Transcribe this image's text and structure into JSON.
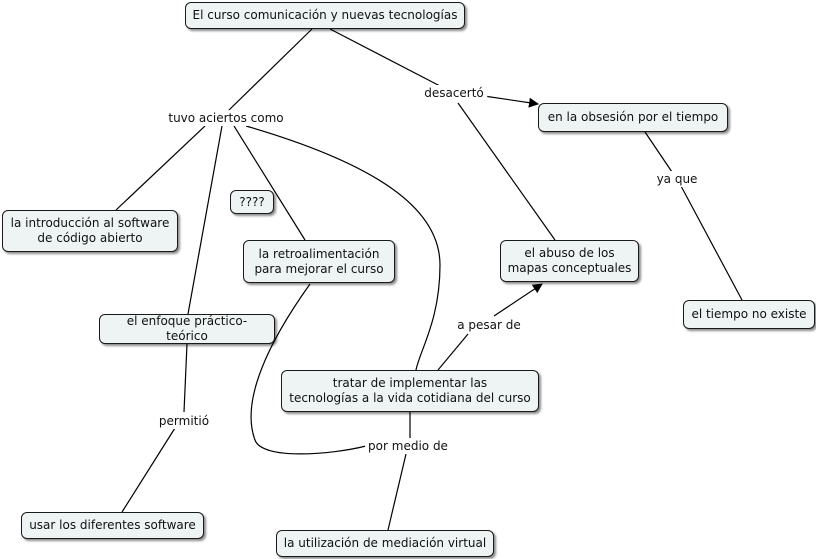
{
  "concepts": {
    "root": "El curso comunicación y nuevas tecnologías",
    "obsesion": "en la obsesión por el tiempo",
    "introduccion": "la introducción al software\nde código abierto",
    "interrogacion": "????",
    "retroalimentacion": "la retroalimentación\npara mejorar el curso",
    "abuso": "el abuso de los\nmapas conceptuales",
    "tiempo_no_existe": "el tiempo no existe",
    "enfoque": "el enfoque práctico-teórico",
    "tratar": "tratar de implementar las\ntecnologías a la vida cotidiana del curso",
    "usar_software": "usar los diferentes software",
    "mediacion": "la utilización de mediación virtual"
  },
  "links": {
    "tuvo_aciertos": "tuvo aciertos como",
    "desacerto": "desacertó",
    "ya_que": "ya que",
    "a_pesar_de": "a pesar de",
    "permitio": "permitió",
    "por_medio_de": "por medio de"
  },
  "colors": {
    "node_fill": "#eef3f4",
    "node_border": "#1a1a1a",
    "line": "#000000"
  }
}
